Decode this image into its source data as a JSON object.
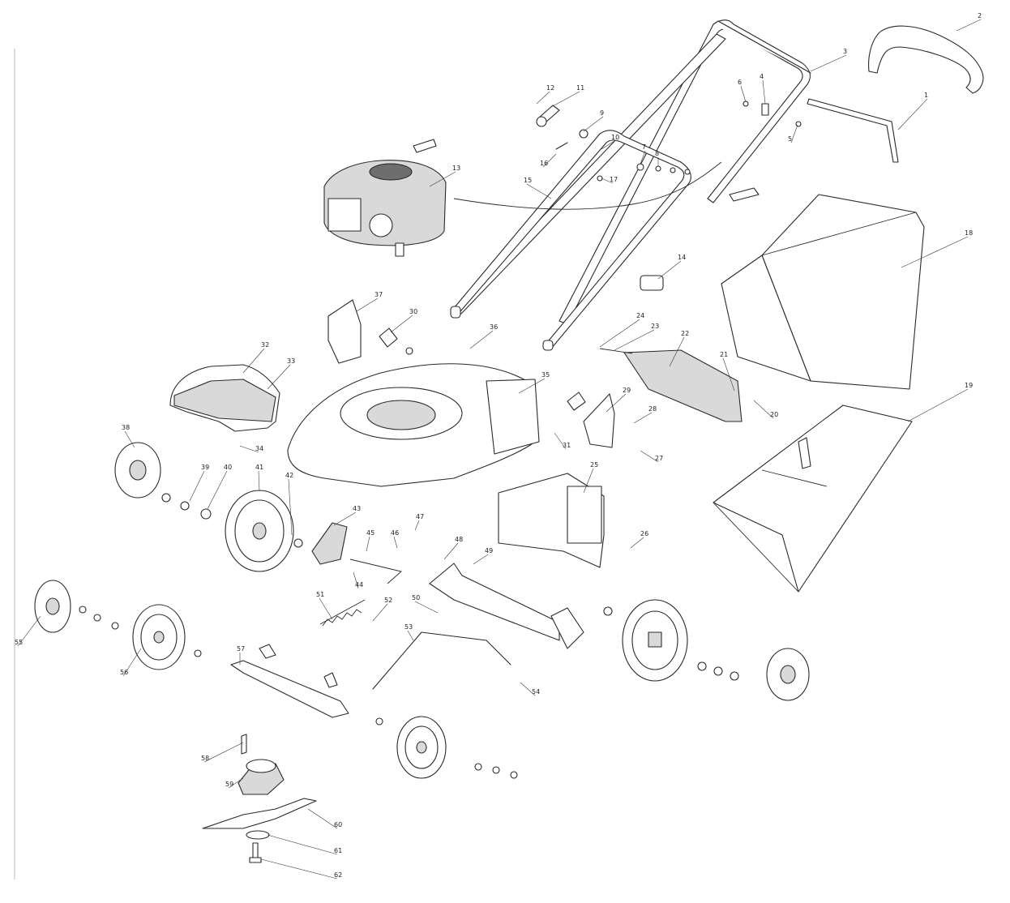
{
  "callouts": [
    "1",
    "2",
    "3",
    "4",
    "5",
    "6",
    "7",
    "8",
    "9",
    "10",
    "11",
    "12",
    "13",
    "14",
    "15",
    "16",
    "17",
    "18",
    "19",
    "20",
    "21",
    "22",
    "23",
    "24",
    "25",
    "26",
    "27",
    "28",
    "29",
    "30",
    "31",
    "32",
    "33",
    "34",
    "35",
    "36",
    "37",
    "38",
    "39",
    "40",
    "41",
    "42",
    "43",
    "44",
    "45",
    "46",
    "47",
    "48",
    "49",
    "50",
    "51",
    "52",
    "53",
    "54",
    "55",
    "56",
    "57",
    "58",
    "59",
    "60",
    "61",
    "62"
  ],
  "drawing": {
    "title": "",
    "line_color": "#2a2a2a",
    "fill_gray": "#d9d9d9",
    "fill_dark": "#6e6e6e"
  },
  "parts": [
    {
      "id": "1",
      "icon": "lower-handle-bar"
    },
    {
      "id": "2",
      "icon": "handle-grip"
    },
    {
      "id": "3",
      "icon": "upper-handle"
    },
    {
      "id": "13",
      "icon": "engine"
    },
    {
      "id": "18",
      "icon": "grass-bag"
    },
    {
      "id": "19",
      "icon": "grass-bag-frame"
    },
    {
      "id": "33",
      "icon": "rear-cover"
    },
    {
      "id": "35",
      "icon": "deck"
    },
    {
      "id": "38",
      "icon": "hub-cap"
    },
    {
      "id": "41",
      "icon": "rear-wheel"
    },
    {
      "id": "56",
      "icon": "front-wheel"
    },
    {
      "id": "60",
      "icon": "blade"
    }
  ]
}
